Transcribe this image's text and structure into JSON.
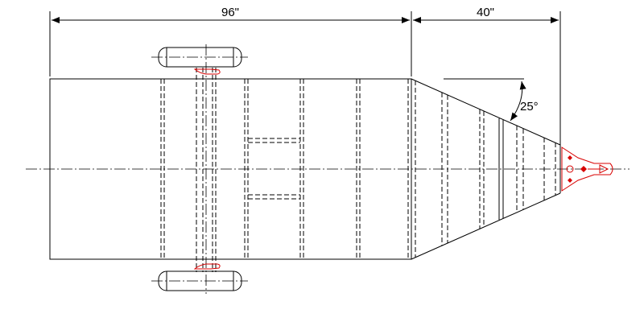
{
  "drawing": {
    "dimensions": {
      "frame_length": "96\"",
      "tongue_length": "40\"",
      "tongue_angle": "25°"
    }
  }
}
